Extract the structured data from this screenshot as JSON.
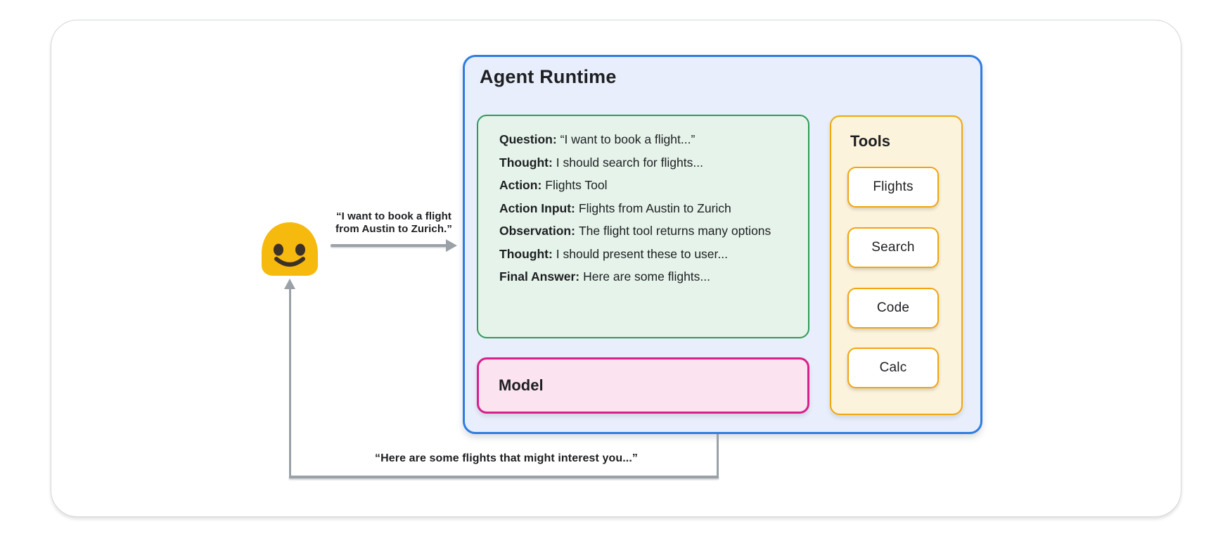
{
  "colors": {
    "page-bg": "#ffffff",
    "card-border": "#d5d7da",
    "ink": "#1e1f22",
    "arrow": "#9aa1a8",
    "blue-border": "#2e7de1",
    "blue-bg": "#e8eefb",
    "green-border": "#2e9b57",
    "green-bg": "#e5f3ea",
    "pink-border": "#d6218c",
    "pink-bg": "#fbe3f0",
    "yellow-border": "#f1a50e",
    "yellow-bg": "#fcf3dc",
    "emoji-yellow": "#f6b90d",
    "emoji-face": "#3a3128"
  },
  "user": {
    "icon": "smiling-blob-emoji",
    "request_line1": "“I want to book a flight",
    "request_line2": "from Austin to Zurich.”",
    "response_label": "“Here are some flights that might interest you...”"
  },
  "agent_runtime": {
    "title": "Agent Runtime",
    "scratchpad": {
      "lines": [
        {
          "label": "Question:",
          "text": "“I want to book a flight...”"
        },
        {
          "label": "Thought:",
          "text": "I should search for flights..."
        },
        {
          "label": "Action:",
          "text": "Flights Tool"
        },
        {
          "label": "Action Input:",
          "text": "Flights from Austin to Zurich"
        },
        {
          "label": "Observation:",
          "text": "The flight tool returns many options"
        },
        {
          "label": "Thought:",
          "text": "I should present these to user..."
        },
        {
          "label": "Final Answer:",
          "text": "Here are some flights..."
        }
      ]
    },
    "model_box": {
      "label": "Model"
    },
    "tools_panel": {
      "title": "Tools",
      "buttons": [
        "Flights",
        "Search",
        "Code",
        "Calc"
      ]
    }
  }
}
